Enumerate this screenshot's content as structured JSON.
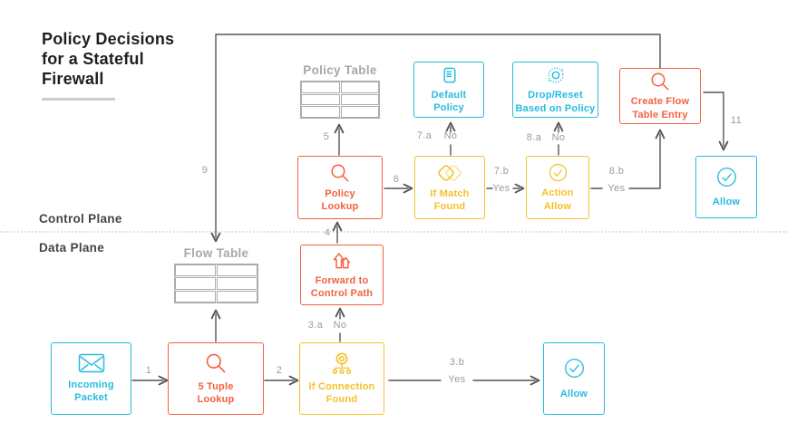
{
  "title": "Policy Decisions for a Stateful Firewall",
  "planes": {
    "control": "Control Plane",
    "data": "Data Plane"
  },
  "colors": {
    "red": "#F2613E",
    "cyan": "#25BCDF",
    "yellow": "#F6C02A",
    "arrow": "#555555",
    "edge_label": "#9B9B9B",
    "table_line": "#ABABB2",
    "table_label": "#A6A6AD",
    "title": "#1F1F1F",
    "plane_label": "#454545",
    "divider": "#E0E0E0",
    "underline": "#CCCCCC"
  },
  "tables": [
    {
      "id": "policy-table",
      "label": "Policy Table"
    },
    {
      "id": "flow-table",
      "label": "Flow Table"
    }
  ],
  "nodes": [
    {
      "id": "incoming-packet",
      "label": "Incoming Packet",
      "color": "cyan",
      "icon": "envelope-icon"
    },
    {
      "id": "five-tuple-lookup",
      "label": "5 Tuple Lookup",
      "color": "red",
      "icon": "magnifier-icon"
    },
    {
      "id": "if-connection-found",
      "label": "If Connection Found",
      "color": "yellow",
      "icon": "gear-nodes-icon"
    },
    {
      "id": "allow-data-plane",
      "label": "Allow",
      "color": "cyan",
      "icon": "check-circle-icon"
    },
    {
      "id": "forward-to-control-path",
      "label": "Forward to Control Path",
      "color": "red",
      "icon": "up-arrows-icon"
    },
    {
      "id": "policy-lookup",
      "label": "Policy Lookup",
      "color": "red",
      "icon": "magnifier-icon"
    },
    {
      "id": "if-match-found",
      "label": "If Match Found",
      "color": "yellow",
      "icon": "overlap-diamonds-icon"
    },
    {
      "id": "action-allow",
      "label": "Action Allow",
      "color": "yellow",
      "icon": "check-circle-icon"
    },
    {
      "id": "default-policy",
      "label": "Default Policy",
      "color": "cyan",
      "icon": "policy-scroll-icon"
    },
    {
      "id": "drop-reset",
      "label": "Drop/Reset Based on Policy",
      "color": "cyan",
      "icon": "reset-circle-icon"
    },
    {
      "id": "create-flow-table-entry",
      "label": "Create Flow Table Entry",
      "color": "red",
      "icon": "magnifier-icon"
    },
    {
      "id": "allow-control-plane",
      "label": "Allow",
      "color": "cyan",
      "icon": "check-circle-icon"
    }
  ],
  "edge_labels": [
    {
      "id": "step-1",
      "text": "1"
    },
    {
      "id": "step-2",
      "text": "2"
    },
    {
      "id": "step-3a",
      "text": "3.a"
    },
    {
      "id": "step-3a-no",
      "text": "No"
    },
    {
      "id": "step-3b",
      "text": "3.b"
    },
    {
      "id": "step-3b-yes",
      "text": "Yes"
    },
    {
      "id": "step-4",
      "text": "4"
    },
    {
      "id": "step-5",
      "text": "5"
    },
    {
      "id": "step-6",
      "text": "6"
    },
    {
      "id": "step-7a",
      "text": "7.a"
    },
    {
      "id": "step-7a-no",
      "text": "No"
    },
    {
      "id": "step-7b",
      "text": "7.b"
    },
    {
      "id": "step-7b-yes",
      "text": "Yes"
    },
    {
      "id": "step-8a",
      "text": "8.a"
    },
    {
      "id": "step-8a-no",
      "text": "No"
    },
    {
      "id": "step-8b",
      "text": "8.b"
    },
    {
      "id": "step-8b-yes",
      "text": "Yes"
    },
    {
      "id": "step-9",
      "text": "9"
    },
    {
      "id": "step-11",
      "text": "11"
    }
  ]
}
